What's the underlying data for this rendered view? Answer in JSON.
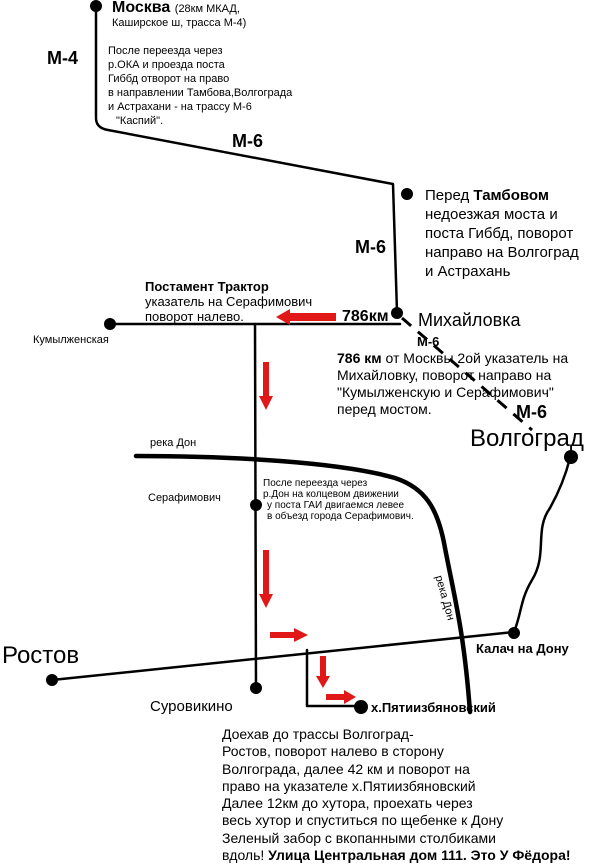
{
  "roads": {
    "m4": "M-4",
    "m6": "M-6",
    "km786": "786км"
  },
  "moscow": {
    "name": "Москва",
    "detail_1": "(28км МКАД,",
    "detail_2": "Каширское ш, трасса М-4)"
  },
  "note_oka": [
    "После переезда через",
    "р.ОКА и проезда поста",
    "Гиббд отворот на право",
    "в направлении Тамбова,Волгограда",
    "и Астрахани - на трассу М-6",
    "\"Каспий\"."
  ],
  "note_tambov": {
    "prefix": "Перед ",
    "city": "Тамбовом",
    "rest": [
      "недоезжая моста и",
      "поста Гиббд, поворот",
      "направо на Волгоград",
      "и Астрахань"
    ]
  },
  "note_traktor": {
    "title": "Постамент Трактор",
    "lines": [
      "указатель на Серафимович",
      "поворот налево."
    ]
  },
  "places": {
    "kumylzhenskaya": "Кумылженская",
    "mikhailovka": "Михайловка",
    "volgograd": "Волгоград",
    "serafimovich": "Серафимович",
    "rostov": "Ростов",
    "surovikino": "Суровикино",
    "kalach": "Калач на Дону",
    "pyatiizbyanovsky": "х.Пятиизбяновский"
  },
  "note_mikhailovka": {
    "km": "786 км",
    "line_1_rest": " от Москвы 2ой указатель на",
    "lines": [
      "Михайловку, поворот направо на",
      "\"Кумылженскую и Серафимович\"",
      "перед мостом."
    ]
  },
  "rivers": {
    "don_top": "река Дон",
    "don_right": "река Дон"
  },
  "note_don": [
    "После переезда через",
    "р.Дон на колцевом движении",
    "у поста ГАИ двигаемся левее",
    "в объезд города Серафимович."
  ],
  "note_final": {
    "lines": [
      "Доехав до трассы Волгоград-",
      "Ростов, поворот налево в сторону",
      "Волгограда, далее 42 км и поворот на",
      "право на указателе х.Пятиизбяновский",
      "Далее 12км до хутора, проехать через",
      "весь хутор и спуститься по щебенке к Дону",
      "Зеленый забор с вкопанными столбиками"
    ],
    "last_plain": "вдоль! ",
    "last_bold": "Улица Центральная дом 111. Это У Фёдора!"
  },
  "colors": {
    "road": "#000000",
    "arrow": "#e01818",
    "background": "#ffffff"
  }
}
